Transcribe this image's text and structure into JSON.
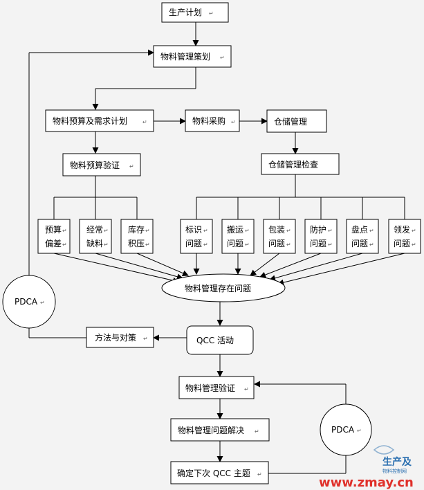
{
  "nodes": {
    "production_plan": "生产计划",
    "material_mgmt_planning": "物料管理策划",
    "budget_demand_plan": "物料预算及需求计划",
    "material_purchasing": "物料采购",
    "warehouse_mgmt": "仓储管理",
    "budget_verification": "物料预算验证",
    "warehouse_inspection": "仓储管理检查",
    "budget_deviation": [
      "预算",
      "偏差"
    ],
    "frequent_shortage": [
      "经常",
      "缺料"
    ],
    "inventory_backlog": [
      "库存",
      "积压"
    ],
    "labeling_issue": [
      "标识",
      "问题"
    ],
    "handling_issue": [
      "搬运",
      "问题"
    ],
    "packaging_issue": [
      "包装",
      "问题"
    ],
    "protection_issue": [
      "防护",
      "问题"
    ],
    "inventory_count_issue": [
      "盘点",
      "问题"
    ],
    "issuing_issue": [
      "领发",
      "问题"
    ],
    "existing_problems": "物料管理存在问题",
    "methods_countermeasures": "方法与对策",
    "qcc_activity": "QCC 活动",
    "mgmt_verification": "物料管理验证",
    "problem_solving": "物料管理问题解决",
    "next_qcc_topic": "确定下次 QCC 主题",
    "pdca_left": "PDCA",
    "pdca_right": "PDCA"
  },
  "watermark": {
    "logo_main": "生产及",
    "logo_sub": "物料控制网",
    "url": "www.zmay.cn"
  },
  "colors": {
    "watermark_red": "#e0302a",
    "logo_blue": "#2a6fb0"
  }
}
